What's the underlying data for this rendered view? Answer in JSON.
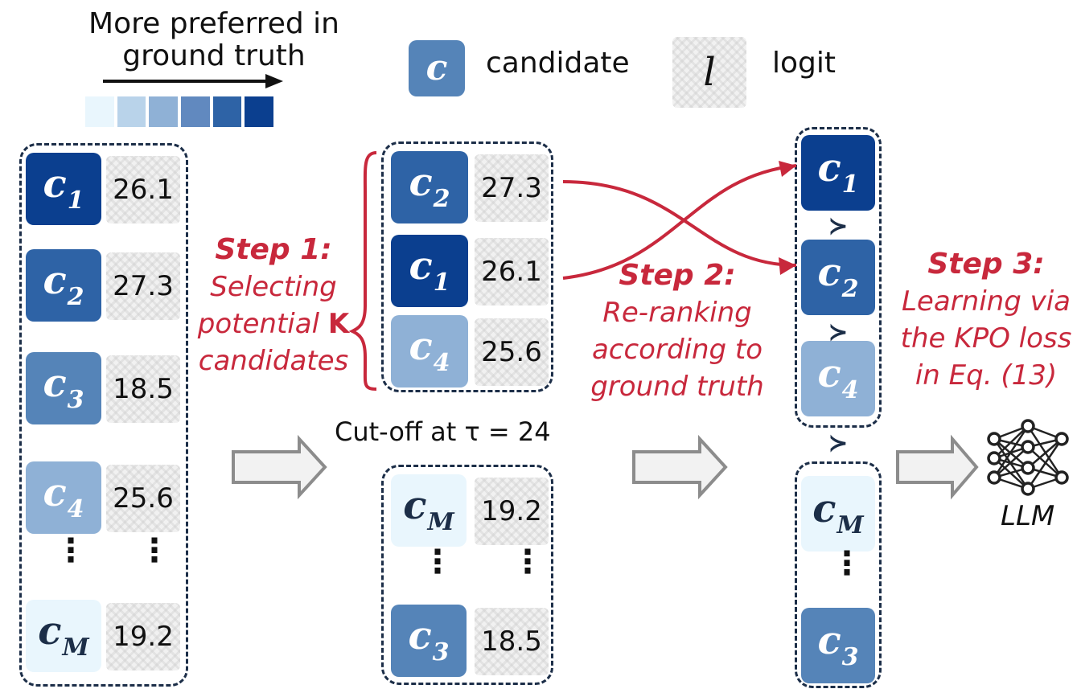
{
  "legend": {
    "preference_label_line1": "More preferred in",
    "preference_label_line2": "ground truth",
    "gradient_colors": [
      "#e9f6fd",
      "#b9d3ea",
      "#8fb1d6",
      "#6189bf",
      "#2e63a6",
      "#0b3f8f"
    ],
    "candidate_symbol": "c",
    "candidate_label": "candidate",
    "logit_symbol": "l",
    "logit_label": "logit"
  },
  "colors": {
    "c1": "#0b3f8f",
    "c2": "#2e63a6",
    "c3": "#5584b8",
    "c4": "#8fb1d6",
    "cM": "#e9f6fd",
    "step_text": "#c8283c",
    "border": "#1c2e48"
  },
  "column1": {
    "rows": [
      {
        "letter": "c",
        "sub": "1",
        "logit": "26.1"
      },
      {
        "letter": "c",
        "sub": "2",
        "logit": "27.3"
      },
      {
        "letter": "c",
        "sub": "3",
        "logit": "18.5"
      },
      {
        "letter": "c",
        "sub": "4",
        "logit": "25.6"
      },
      {
        "letter": "c",
        "sub": "M",
        "logit": "19.2"
      }
    ]
  },
  "column2_top": {
    "rows": [
      {
        "letter": "c",
        "sub": "2",
        "logit": "27.3"
      },
      {
        "letter": "c",
        "sub": "1",
        "logit": "26.1"
      },
      {
        "letter": "c",
        "sub": "4",
        "logit": "25.6"
      }
    ]
  },
  "cutoff_label": "Cut-off at τ = 24",
  "column2_bottom": {
    "rows": [
      {
        "letter": "c",
        "sub": "M",
        "logit": "19.2"
      },
      {
        "letter": "c",
        "sub": "3",
        "logit": "18.5"
      }
    ]
  },
  "column3": {
    "rows": [
      {
        "letter": "c",
        "sub": "1"
      },
      {
        "letter": "c",
        "sub": "2"
      },
      {
        "letter": "c",
        "sub": "4"
      },
      {
        "letter": "c",
        "sub": "M"
      },
      {
        "letter": "c",
        "sub": "3"
      }
    ],
    "order_symbol": "≻"
  },
  "step1": {
    "title": "Step 1:",
    "line1": "Selecting",
    "line2a": "potential ",
    "line2b": "K",
    "line3": "candidates"
  },
  "step2": {
    "title": "Step 2:",
    "line1": "Re-ranking",
    "line2": "according to",
    "line3": "ground truth"
  },
  "step3": {
    "title": "Step 3:",
    "line1": "Learning via",
    "line2": "the KPO loss",
    "line3": "in Eq. (13)"
  },
  "llm_label": "LLM",
  "vertical_dots": "⋮"
}
